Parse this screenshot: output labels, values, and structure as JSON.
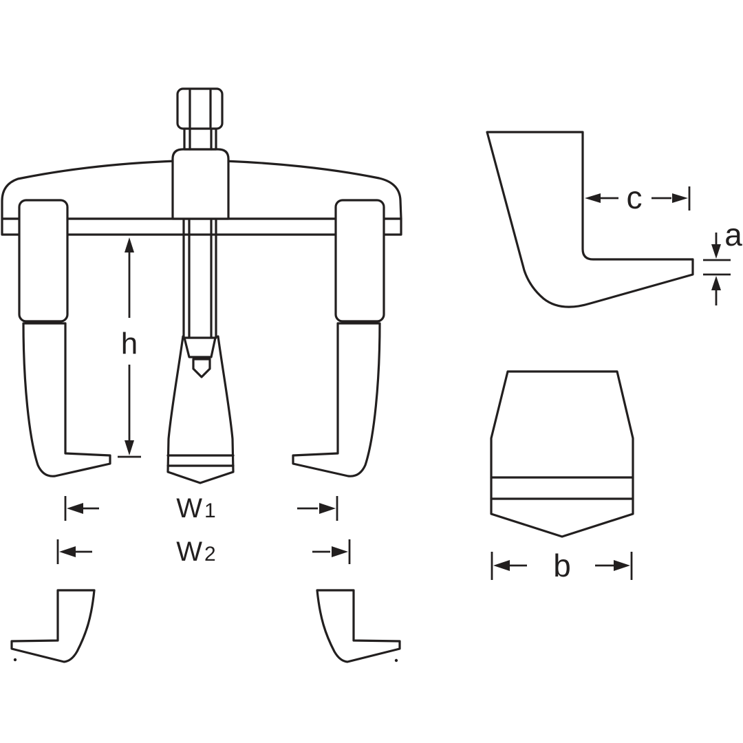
{
  "figure": {
    "type": "technical-line-drawing",
    "subject": "two-arm gear puller with dimension annotations",
    "background_color": "#ffffff",
    "line_color": "#221f1f"
  },
  "labels": {
    "height": "h",
    "width1": {
      "base": "W",
      "sub": "1"
    },
    "width2": {
      "base": "W",
      "sub": "2"
    },
    "hook_reach": "c",
    "hook_tip_thickness": "a",
    "spindle_tip_width": "b"
  }
}
